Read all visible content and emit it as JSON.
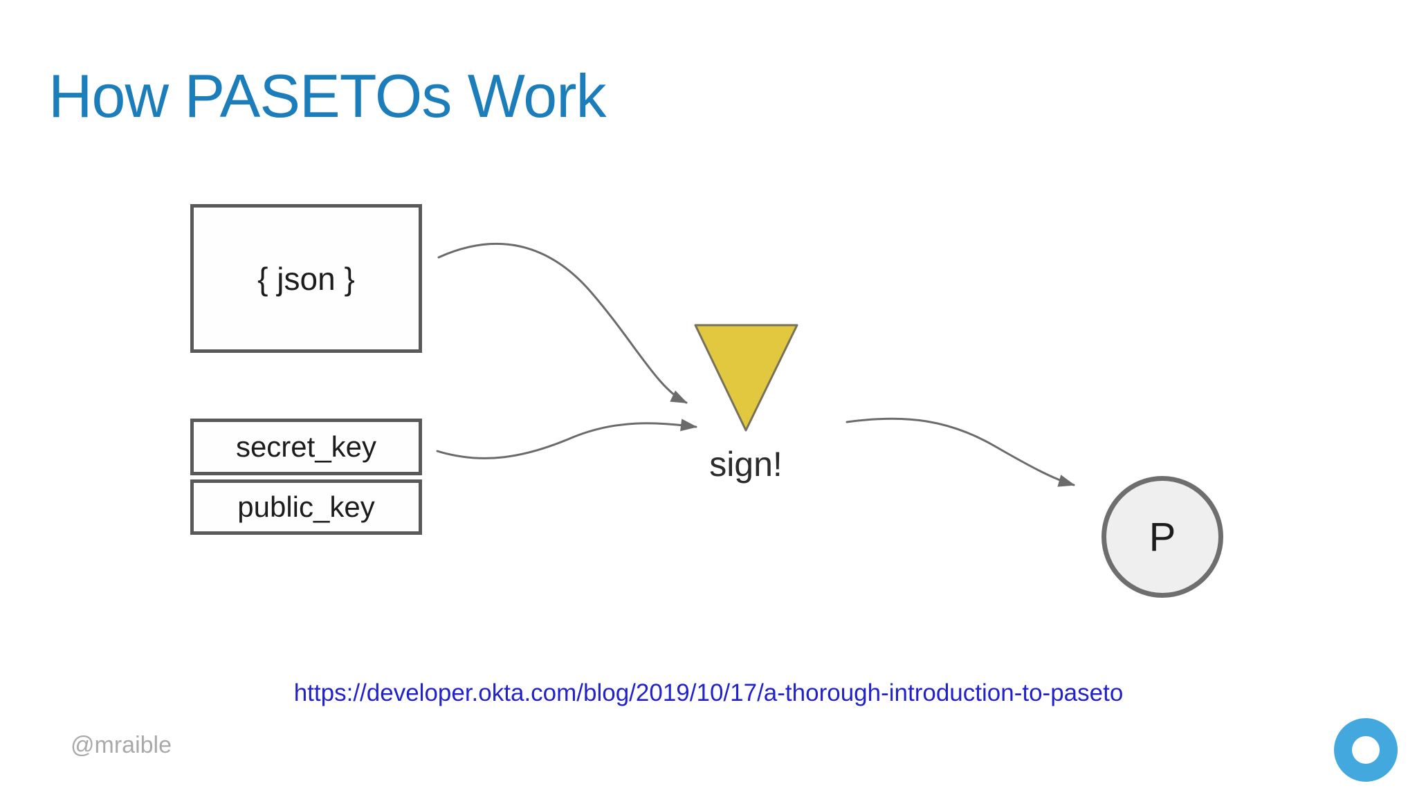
{
  "title": "How PASETOs Work",
  "diagram": {
    "json_box_label": "{ json }",
    "secret_key_label": "secret_key",
    "public_key_label": "public_key",
    "sign_label": "sign!",
    "token_label": "P"
  },
  "footer": {
    "link": "https://developer.okta.com/blog/2019/10/17/a-thorough-introduction-to-paseto",
    "handle": "@mraible"
  },
  "icons": {
    "funnel": "funnel-triangle-icon",
    "logo": "okta-logo-icon"
  },
  "colors": {
    "title_blue": "#1b7db9",
    "link_blue": "#2222cc",
    "funnel_yellow": "#e2c83e",
    "box_outline_gray": "#595959",
    "arrow_gray": "#6b6b6b",
    "circle_fill": "#f0eff0",
    "logo_blue": "#42a8dd",
    "handle_gray": "#a9a9a9"
  }
}
